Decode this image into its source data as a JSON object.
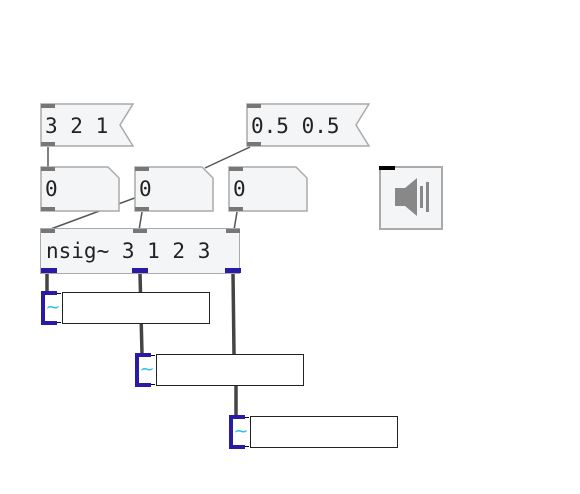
{
  "patch": {
    "messages": [
      {
        "id": "msg-321",
        "label": "3 2 1"
      },
      {
        "id": "msg-05",
        "label": "0.5 0.5"
      }
    ],
    "number_boxes": [
      {
        "id": "num-1",
        "value": "0"
      },
      {
        "id": "num-2",
        "value": "0"
      },
      {
        "id": "num-3",
        "value": "0"
      }
    ],
    "object": {
      "label": "nsig~ 3 1 2 3"
    },
    "signal_displays": [
      {
        "id": "sig-1",
        "glyph": "~"
      },
      {
        "id": "sig-2",
        "glyph": "~"
      },
      {
        "id": "sig-3",
        "glyph": "~"
      }
    ],
    "speaker": {
      "icon": "speaker-icon"
    }
  },
  "colors": {
    "signal_port": "#2a1aa8",
    "control_port": "#777777",
    "box_border": "#aaaaaa",
    "box_fill": "#f4f5f7",
    "tilde": "#2ac0e0"
  }
}
